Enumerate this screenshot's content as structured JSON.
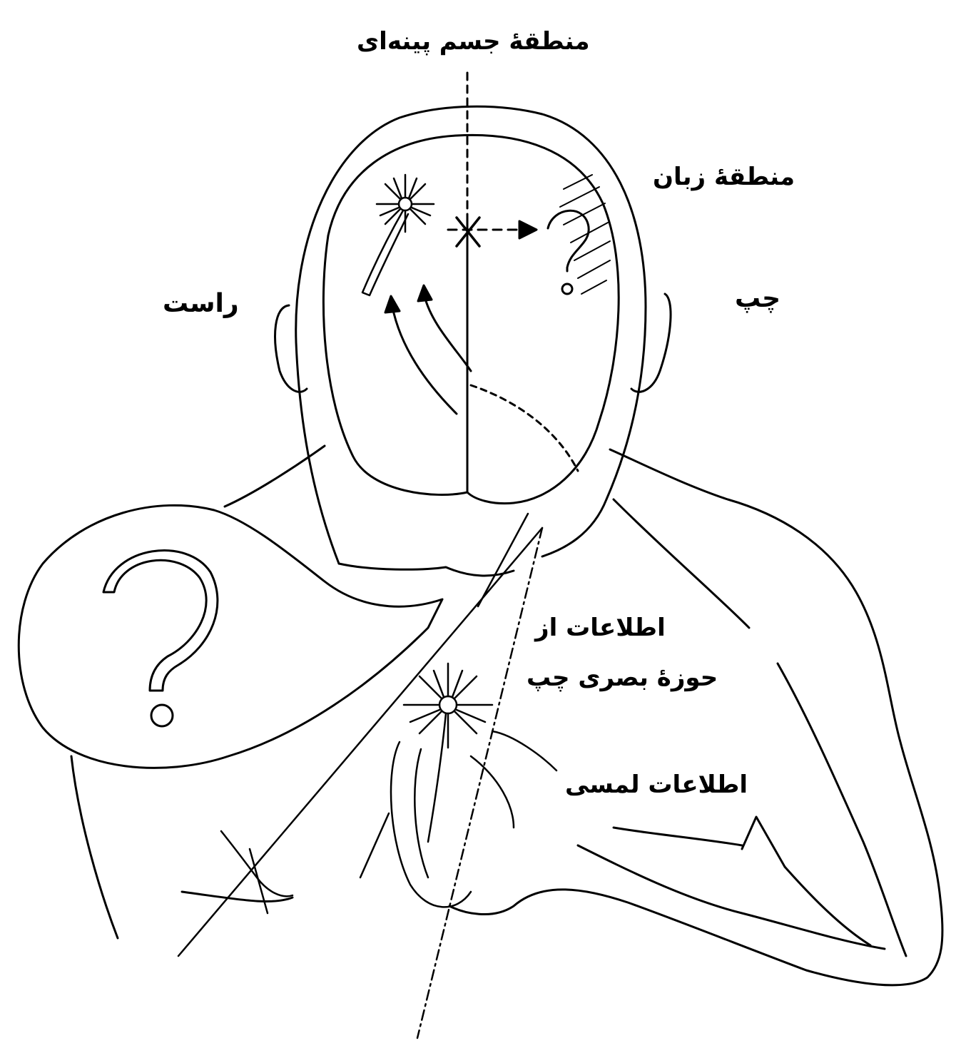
{
  "labels": {
    "corpus_callosum": "منطقهٔ جسم پینه‌ای",
    "language_area": "منطقهٔ زبان",
    "left": "چپ",
    "right": "راست",
    "info_from_left_visual_line1": "اطلاعات از",
    "info_from_left_visual_line2": "حوزهٔ بصری چپ",
    "tactile_info": "اطلاعات لمسی"
  },
  "colors": {
    "ink": "#000000",
    "paper": "#ffffff"
  },
  "icons": [
    "flower-icon",
    "question-mark-icon",
    "cross-mark-icon",
    "arrow-icon"
  ]
}
